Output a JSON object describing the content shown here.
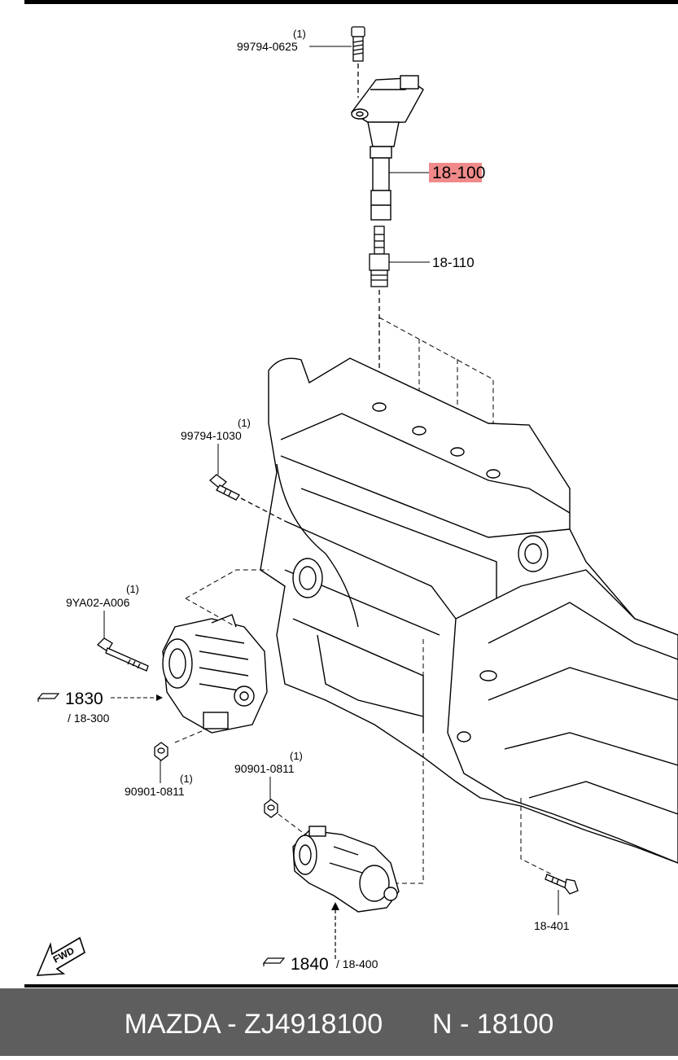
{
  "labels": {
    "bolt_top": "99794-0625",
    "bolt_top_qty": "(1)",
    "coil": "18-100",
    "plug": "18-110",
    "bolt_mid": "99794-1030",
    "bolt_mid_qty": "(1)",
    "bolt_alt": "9YA02-A006",
    "bolt_alt_qty": "(1)",
    "alt_ref": "1830",
    "alt_sub": "/ 18-300",
    "nut_left": "90901-0811",
    "nut_left_qty": "(1)",
    "nut_right": "90901-0811",
    "nut_right_qty": "(1)",
    "bolt_bottom": "18-401",
    "starter_ref": "1840",
    "starter_sub": "/ 18-400",
    "fwd": "FWD"
  },
  "highlight_color": "#f08a8a",
  "footer": {
    "brand": "MAZDA - ZJ4918100",
    "ref": "N - 18100"
  }
}
